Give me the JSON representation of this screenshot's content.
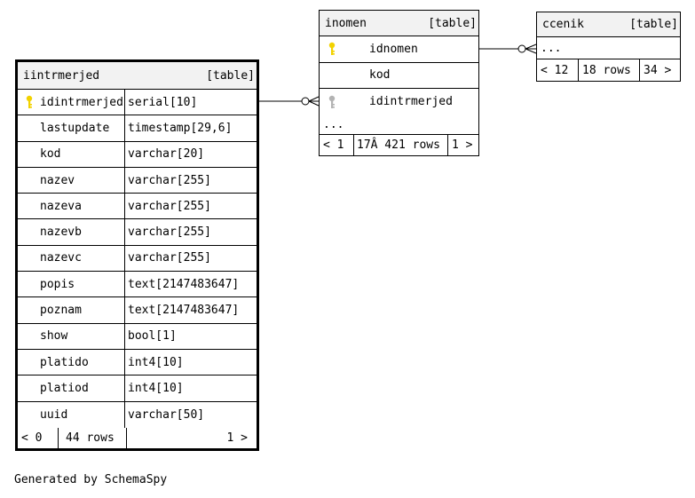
{
  "colors": {
    "border": "#000000",
    "header_bg": "#f2f2f2",
    "pk_key": "#f2d200",
    "fk_key": "#b3b3b3"
  },
  "tables": {
    "iintrmerjed": {
      "name": "iintrmerjed",
      "tag": "[table]",
      "columns": [
        {
          "name": "idintrmerjed",
          "type": "serial[10]",
          "key": "primary-key-icon"
        },
        {
          "name": "lastupdate",
          "type": "timestamp[29,6]"
        },
        {
          "name": "kod",
          "type": "varchar[20]"
        },
        {
          "name": "nazev",
          "type": "varchar[255]"
        },
        {
          "name": "nazeva",
          "type": "varchar[255]"
        },
        {
          "name": "nazevb",
          "type": "varchar[255]"
        },
        {
          "name": "nazevc",
          "type": "varchar[255]"
        },
        {
          "name": "popis",
          "type": "text[2147483647]"
        },
        {
          "name": "poznam",
          "type": "text[2147483647]"
        },
        {
          "name": "show",
          "type": "bool[1]"
        },
        {
          "name": "platido",
          "type": "int4[10]"
        },
        {
          "name": "platiod",
          "type": "int4[10]"
        },
        {
          "name": "uuid",
          "type": "varchar[50]"
        }
      ],
      "stats": {
        "parents": "< 0",
        "rows": "44 rows",
        "children": "1 >"
      }
    },
    "inomen": {
      "name": "inomen",
      "tag": "[table]",
      "columns": [
        {
          "name": "idnomen",
          "key": "primary-key-icon"
        },
        {
          "name": "kod"
        },
        {
          "name": "idintrmerjed",
          "key": "foreign-key-icon"
        }
      ],
      "more": "...",
      "stats": {
        "parents": "< 1",
        "rows": "17Â 421 rows",
        "children": "1 >"
      }
    },
    "ccenik": {
      "name": "ccenik",
      "tag": "[table]",
      "more": "...",
      "stats": {
        "parents": "< 12",
        "rows": "18 rows",
        "children": "34 >"
      }
    }
  },
  "footer": "Generated by SchemaSpy"
}
